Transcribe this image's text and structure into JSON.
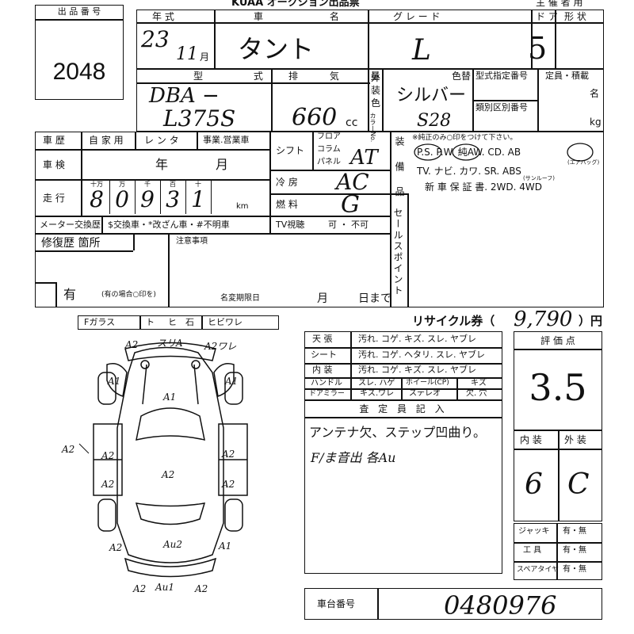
{
  "header": {
    "lot_label": "出 品 番 号",
    "lot_number": "2048",
    "title_stamp": "KUAA オークション出品票",
    "host_label": "主 催 者 用"
  },
  "vehicle": {
    "year_label": "年 式",
    "year_value": "23",
    "month_value": "11",
    "month_unit": "月",
    "name_label": "車 名",
    "name_value": "タント",
    "grade_label": "グ レ ー ド",
    "grade_value": "L",
    "doors_label": "ド ア",
    "doors_value": "5",
    "shape_label": "形 状",
    "model_label": "型 式",
    "model_value_1": "DBA −",
    "model_value_2": "L375S",
    "displacement_label": "排 気 量",
    "displacement_value": "660",
    "displacement_unit": "cc",
    "ext_color_label_1": "外",
    "ext_color_label_2": "装",
    "ext_color_label_3": "色",
    "color_change_label": "色替",
    "color_value": "シルバー",
    "color_no_label": "カラーNo.",
    "color_no_value": "S28",
    "type_designation_label": "型式指定番号",
    "class_number_label": "類別区別番号",
    "capacity_label": "定員・積載",
    "capacity_unit_1": "名",
    "capacity_unit_2": "kg"
  },
  "history": {
    "history_label": "車 歴",
    "history_options": "自 家 用",
    "rental": "レ ン タ",
    "business": "事業.営業車",
    "inspection_label": "車 検",
    "inspection_year": "年",
    "inspection_month": "月",
    "mileage_label": "走 行",
    "digit_labels": [
      "十万",
      "万",
      "千",
      "百",
      "十",
      ""
    ],
    "mileage_digits": [
      "8",
      "0",
      "9",
      "3",
      "1"
    ],
    "mileage_unit": "km",
    "meter_label": "メーター交換歴",
    "meter_options": "$交換車・*改ざん車・#不明車"
  },
  "drivetrain": {
    "shift_label": "シフト",
    "floor": "フロア",
    "column": "コラム",
    "panel": "パネル",
    "shift_value": "AT",
    "ac_label": "冷 房",
    "ac_value": "AC",
    "fuel_label": "燃 料",
    "fuel_value": "G",
    "tv_label": "TV視聴",
    "tv_value": "可 ・ 不可"
  },
  "equipment": {
    "label": "装 備 品",
    "note": "※純正のみ○印をつけて下さい。",
    "row1": "P.S.  P.W.  純AW.  CD.  AB",
    "row1_small": "(エアバッグ)",
    "row2": "TV.  ナビ.  カワ.  SR.  ABS",
    "row2_small": "(サンルーフ)",
    "row3": "新 車 保 証 書.  2WD.  4WD"
  },
  "sales_point": {
    "label": "セールスポイント"
  },
  "repair": {
    "label": "修復歴 箇所",
    "value": "有",
    "note": "(有の場合○印を)",
    "notes_label": "注意事項",
    "deadline_label": "名変期限日",
    "month_unit": "月",
    "day_unit": "日まで"
  },
  "glass": {
    "label": "Fガラス",
    "options": [
      "ト",
      "ヒ",
      "石",
      "ヒビワレ"
    ]
  },
  "recycle": {
    "label": "リサイクル券（",
    "value": "9,790",
    "unit": "）円"
  },
  "condition": {
    "rows": [
      {
        "label": "天 張",
        "options": "汚れ. コゲ. キズ. スレ. ヤブレ"
      },
      {
        "label": "シート",
        "options": "汚れ. コゲ. ヘタリ. スレ. ヤブレ"
      },
      {
        "label": "内 装",
        "options": "汚れ. コゲ. キズ. スレ. ヤブレ"
      }
    ],
    "handle_label": "ハンドル",
    "handle_options": "スレ. ハゲ",
    "wheel_label": "ホイール(CP)",
    "wheel_value": "キズ",
    "mirror_label": "ドアミラー",
    "mirror_options": "キズ.ワレ",
    "stereo_label": "ステレオ",
    "stereo_options": "欠. 穴"
  },
  "inspector": {
    "label": "査 定 員 記 入",
    "line1": "アンテナ欠、ステップ凹曲り。",
    "line2": "F/ま音出 各Au"
  },
  "score": {
    "label": "評 価 点",
    "value": "3.5",
    "interior_label": "内 装",
    "exterior_label": "外 装",
    "interior_value": "6",
    "exterior_value": "C"
  },
  "tools": [
    {
      "label": "ジャッキ",
      "value": "有・無"
    },
    {
      "label": "工 具",
      "value": "有・無"
    },
    {
      "label": "スペアタイヤ",
      "value": "有・無"
    }
  ],
  "chassis": {
    "label": "車台番号",
    "value": "0480976"
  },
  "damage_marks": {
    "front_left": "A2",
    "front_center": "スリA",
    "front_right": "A2ワレ",
    "fender_left": "A1",
    "fender_right": "A1",
    "hood": "A1",
    "side_left": "A2",
    "door_left_front": "A2",
    "door_left_rear": "A2",
    "roof": "A2",
    "door_right_front": "A2",
    "door_right_rear": "A2",
    "rear_left": "A2",
    "rear_right": "A1",
    "back_door": "Au2",
    "bumper_left": "A2",
    "bumper_center": "Au1",
    "bumper_right": "A2"
  }
}
